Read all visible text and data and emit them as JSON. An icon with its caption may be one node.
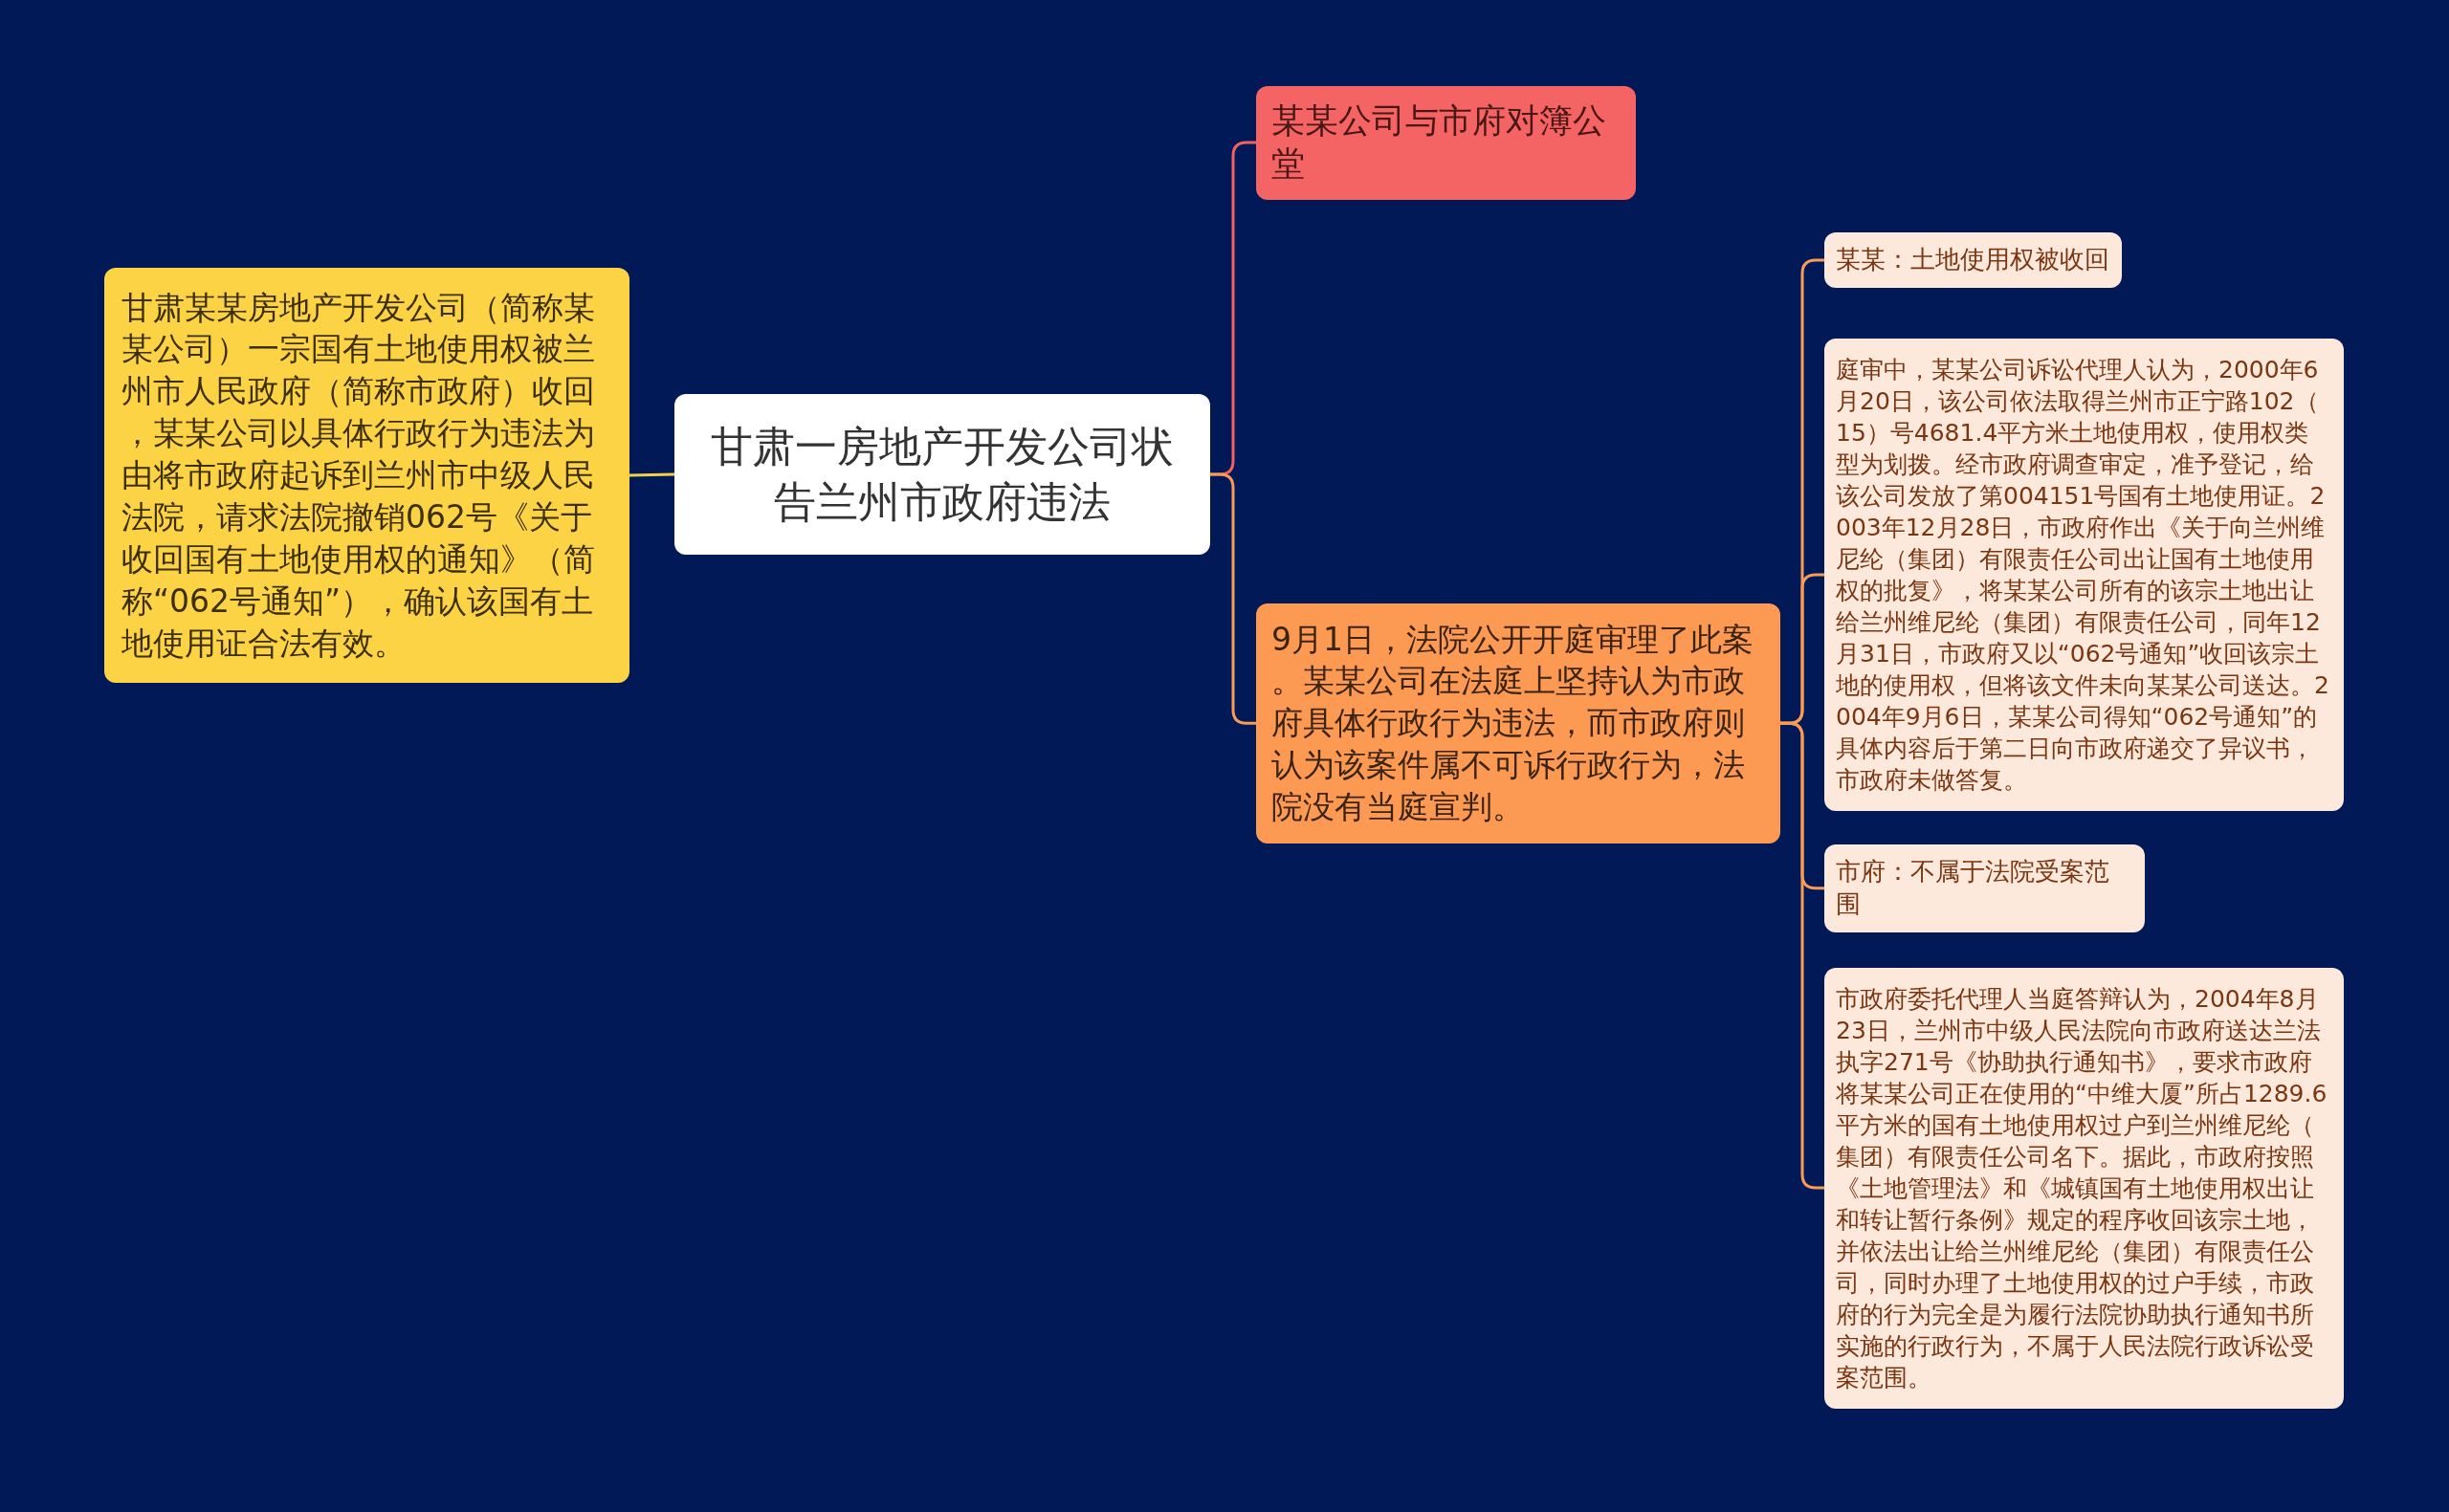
{
  "diagram": {
    "nodes": [
      {
        "text": [
          "甘肃一房地产开发公司状告兰州市政府违法"
        ]
      },
      {
        "text": [
          "甘肃某某房地产开发公司（简称某某公司）一宗国有土地使用权被兰州市人民政府（简称市政府）收回，某某公司以具体行政行为违法为由将市政府起诉到兰州市中级人民法院，请求法院撤销062号《关于收回国有土地使用权的通知》（简称“062号通知”），确认该国有土地使用证合法有效。"
        ]
      },
      {
        "text": [
          "某某公司与市府对簿公堂"
        ]
      },
      {
        "text": [
          "9月1日，法院公开开庭审理了此案。某某公司在法庭上坚持认为市政府具体行政行为违法，而市政府则认为该案件属不可诉行政行为，法院没有当庭宣判。"
        ]
      },
      {
        "text": [
          "某某：土地使用权被收回"
        ]
      },
      {
        "text": [
          "庭审中，某某公司诉讼代理人认为，2000年6月20日，该公司依法取得兰州市正宁路102（15）号4681.4平方米土地使用权，使用权类型为划拨。经市政府调查审定，准予登记，给该公司发放了第004151号国有土地使用证。2003年12月28日，市政府作出《关于向兰州维尼纶（集团）有限责任公司出让国有土地使用权的批复》，将某某公司所有的该宗土地出让给兰州维尼纶（集团）有限责任公司，同年12月31日，市政府又以“062号通知”收回该宗土地的使用权，但将该文件未向某某公司送达。2004年9月6日，某某公司得知“062号通知”的具体内容后于第二日向市政府递交了异议书，市政府未做答复。"
        ]
      },
      {
        "text": [
          "市府：不属于法院受案范围"
        ]
      },
      {
        "text": [
          "市政府委托代理人当庭答辩认为，2004年8月23日，兰州市中级人民法院向市政府送达兰法执字271号《协助执行通知书》，要求市政府将某某公司正在使用的“中维大厦”所占1289.6平方米的国有土地使用权过户到兰州维尼纶（集团）有限责任公司名下。据此，市政府按照《土地管理法》和《城镇国有土地使用权出让和转让暂行条例》规定的程序收回该宗土地，并依法出让给兰州维尼纶（集团）有限责任公司，同时办理了土地使用权的过户手续，市政府的行为完全是为履行法院协助执行通知书所实施的行政行为，不属于人民法院行政诉讼受案范围。"
        ]
      }
    ],
    "edges": [
      {
        "from": 0,
        "to": 1,
        "arrow": "none",
        "color": "#f5cf45"
      },
      {
        "from": 0,
        "to": 2,
        "arrow": "none",
        "color": "#f26262"
      },
      {
        "from": 0,
        "to": 3,
        "arrow": "none"
      },
      {
        "from": 3,
        "to": 4,
        "arrow": "none"
      },
      {
        "from": 3,
        "to": 5,
        "arrow": "none"
      },
      {
        "from": 3,
        "to": 6,
        "arrow": "none"
      },
      {
        "from": 3,
        "to": 7,
        "arrow": "none"
      }
    ]
  }
}
